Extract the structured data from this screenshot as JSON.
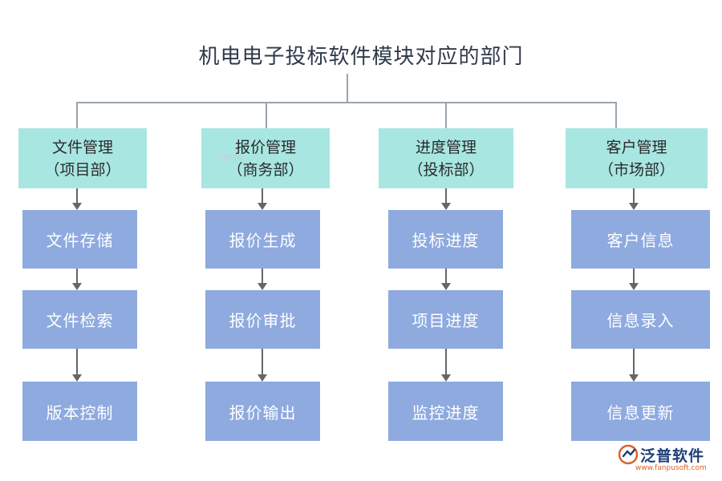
{
  "title": "机电电子投标软件模块对应的部门",
  "columns": [
    {
      "dept_name": "文件管理",
      "dept_sub": "（项目部）",
      "modules": [
        "文件存储",
        "文件检索",
        "版本控制"
      ]
    },
    {
      "dept_name": "报价管理",
      "dept_sub": "（商务部）",
      "modules": [
        "报价生成",
        "报价审批",
        "报价输出"
      ]
    },
    {
      "dept_name": "进度管理",
      "dept_sub": "（投标部）",
      "modules": [
        "投标进度",
        "项目进度",
        "监控进度"
      ]
    },
    {
      "dept_name": "客户管理",
      "dept_sub": "（市场部）",
      "modules": [
        "客户信息",
        "信息录入",
        "信息更新"
      ]
    }
  ],
  "watermark": "泛普软件",
  "logo": {
    "name": "泛普软件",
    "url": "www.fanpusoft.com"
  },
  "colors": {
    "dept_fill": "#a8e6e1",
    "module_fill": "#8eaadf",
    "connector": "#9aa4ad",
    "arrow": "#666666"
  }
}
